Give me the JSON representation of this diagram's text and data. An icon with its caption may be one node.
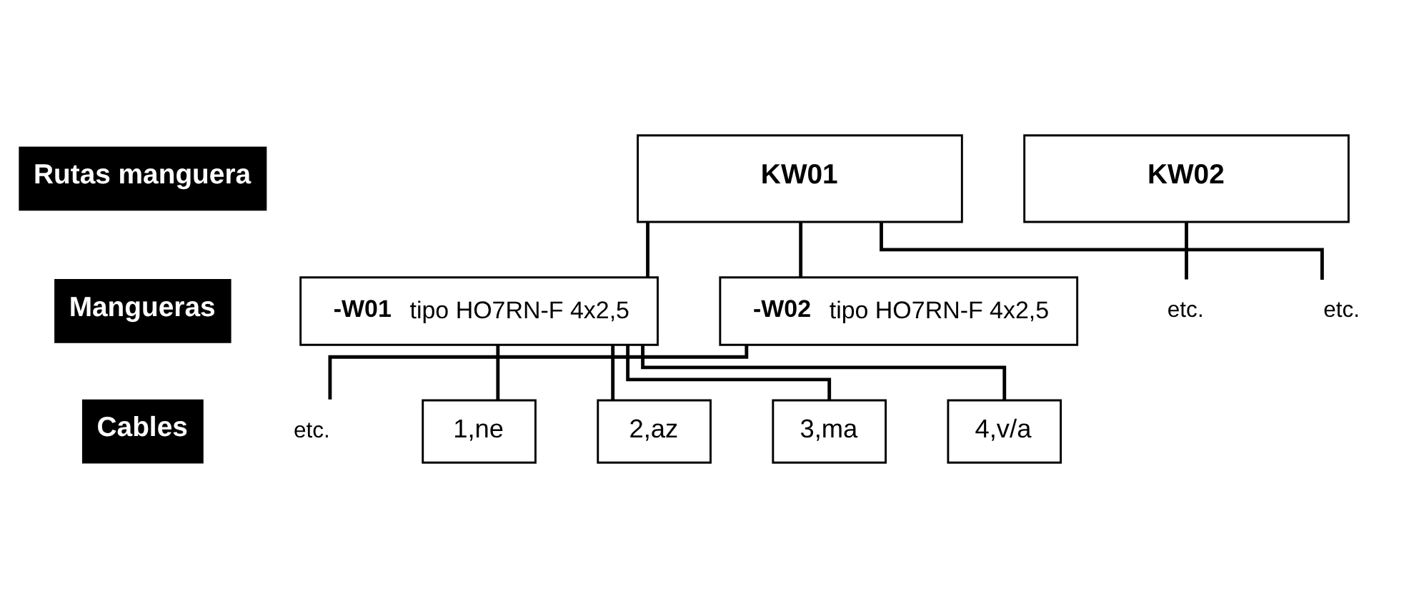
{
  "diagram": {
    "nodes": [
      {
        "text": [
          "Rutas manguera"
        ]
      },
      {
        "text": [
          "KW01"
        ]
      },
      {
        "text": [
          "KW02"
        ]
      },
      {
        "text": [
          "etc."
        ]
      },
      {
        "text": [
          "etc."
        ]
      },
      {
        "text": [
          "Mangueras"
        ]
      },
      {
        "text": [
          "-W01",
          "tipo HO7RN-F 4x2,5"
        ]
      },
      {
        "text": [
          "-W02",
          "tipo HO7RN-F 4x2,5"
        ]
      },
      {
        "text": [
          "etc."
        ]
      },
      {
        "text": [
          "Cables"
        ]
      },
      {
        "text": [
          "1,ne"
        ]
      },
      {
        "text": [
          "2,az"
        ]
      },
      {
        "text": [
          "3,ma"
        ]
      },
      {
        "text": [
          "4,v/a"
        ]
      }
    ],
    "edges": [
      {
        "from": 1,
        "to": 6,
        "arrow": "none"
      },
      {
        "from": 1,
        "to": 7,
        "arrow": "none"
      },
      {
        "from": 1,
        "to": 4,
        "arrow": "none"
      },
      {
        "from": 2,
        "to": 3,
        "arrow": "none"
      },
      {
        "from": 7,
        "to": 8,
        "arrow": "none"
      },
      {
        "from": 6,
        "to": 10,
        "arrow": "none"
      },
      {
        "from": 6,
        "to": 11,
        "arrow": "none"
      },
      {
        "from": 6,
        "to": 12,
        "arrow": "none"
      },
      {
        "from": 6,
        "to": 13,
        "arrow": "none"
      }
    ]
  }
}
